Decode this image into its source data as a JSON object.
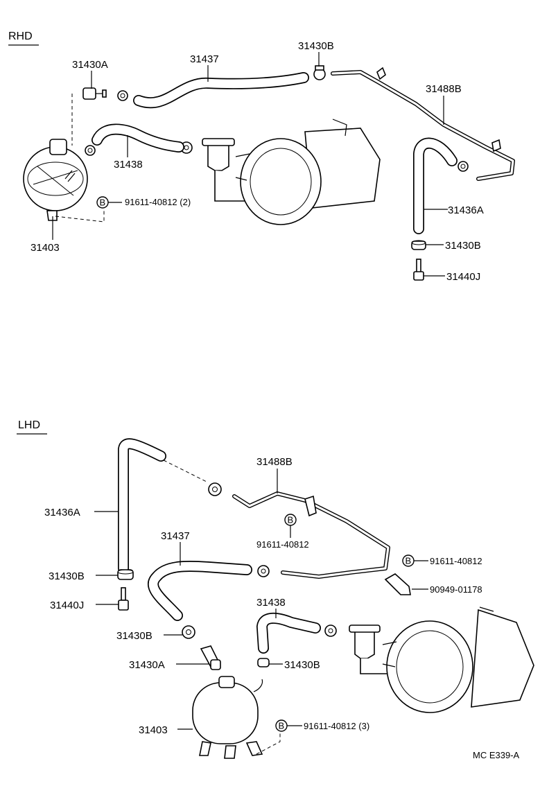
{
  "sections": {
    "rhd": "RHD",
    "lhd": "LHD"
  },
  "rhd": {
    "p_31430A": "31430A",
    "p_31437": "31437",
    "p_31430B_top": "31430B",
    "p_31488B": "31488B",
    "p_31438": "31438",
    "p_bolt": "91611-40812 (2)",
    "p_31403": "31403",
    "p_31436A": "31436A",
    "p_31430B_low": "31430B",
    "p_31440J": "31440J"
  },
  "lhd": {
    "p_31488B": "31488B",
    "p_31436A": "31436A",
    "p_31437": "31437",
    "p_bolt_mid": "91611-40812",
    "p_bolt_right": "91611-40812",
    "p_90949": "90949-01178",
    "p_31430B_left": "31430B",
    "p_31440J": "31440J",
    "p_31438": "31438",
    "p_31430B_hose": "31430B",
    "p_31430A": "31430A",
    "p_31430B_tank": "31430B",
    "p_31403": "31403",
    "p_bolt_tank": "91611-40812 (3)"
  },
  "badge_letter": "B",
  "footer_code": "MC  E339-A"
}
